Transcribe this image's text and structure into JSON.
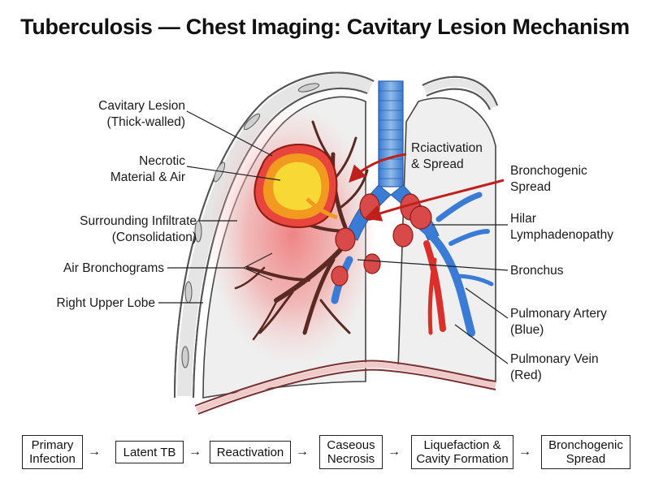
{
  "title": "Tuberculosis — Chest Imaging: Cavitary Lesion Mechanism",
  "labels_left": {
    "cavitary_lesion": [
      "Cavitary Lesion",
      "(Thick-walled)"
    ],
    "necrotic": [
      "Necrotic",
      "Material & Air"
    ],
    "infiltrate": [
      "Surrounding Infiltrate",
      "(Consolidation)"
    ],
    "air_bronchograms": "Air Bronchograms",
    "right_upper_lobe": "Right Upper Lobe"
  },
  "labels_right": {
    "reactivation": [
      "Rciactivation",
      "& Spread"
    ],
    "bronchogenic": [
      "Bronchogenic",
      "Spread"
    ],
    "hilar": [
      "Hilar",
      "Lymphadenopathy"
    ],
    "bronchus": "Bronchus",
    "artery": [
      "Pulmonary Artery",
      "(Blue)"
    ],
    "vein": [
      "Pulmonary Vein",
      "(Red)"
    ]
  },
  "flow_steps": [
    "Primary\nInfection",
    "Latent TB",
    "Reactivation",
    "Caseous\nNecrosis",
    "Liquefaction &\nCavity Formation",
    "Bronchogenic\nSpread"
  ],
  "flow_arrow_glyph": "→",
  "colors": {
    "artery_blue": "#3a7bd5",
    "vein_red": "#d9302c",
    "lesion_yellow": "#f7d835",
    "lesion_orange": "#f29a1f",
    "infiltrate_pink": "#f2a3a3",
    "node_red": "#d84a4a",
    "bronchi_brown": "#5a2a22"
  }
}
